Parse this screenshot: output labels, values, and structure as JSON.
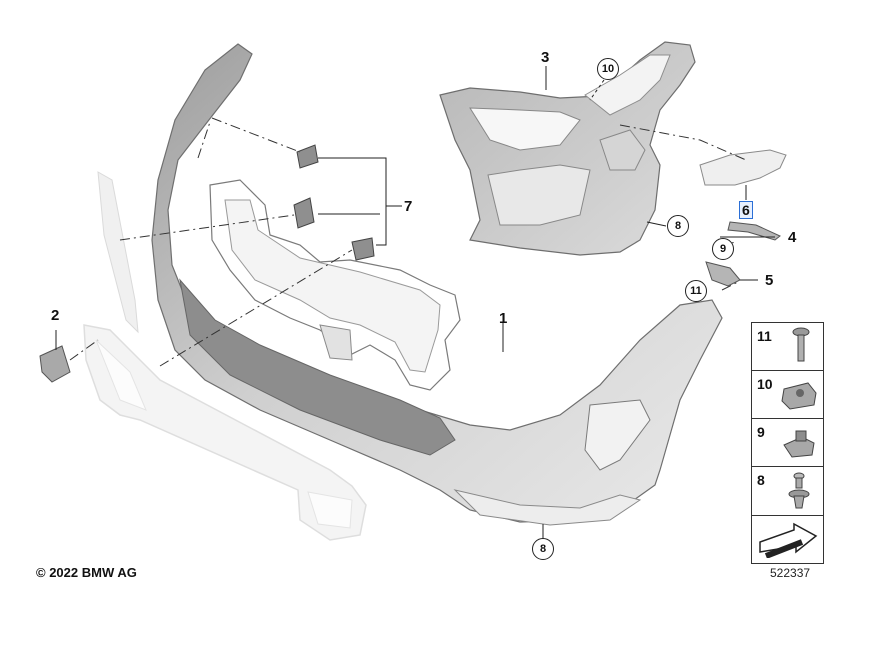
{
  "callouts": {
    "c1": "1",
    "c2": "2",
    "c3": "3",
    "c4": "4",
    "c5": "5",
    "c6": "6",
    "c7": "7",
    "c8a": "8",
    "c8b": "8",
    "c9": "9",
    "c10": "10",
    "c11": "11"
  },
  "legend": [
    {
      "num": "11",
      "icon": "bolt-icon"
    },
    {
      "num": "10",
      "icon": "clip-nut-icon"
    },
    {
      "num": "9",
      "icon": "spring-nut-icon"
    },
    {
      "num": "8",
      "icon": "expanding-rivet-icon"
    },
    {
      "num": "",
      "icon": "arrow-indicator-icon"
    }
  ],
  "footer": {
    "copyright": "© 2022 BMW AG",
    "diagram_id": "522337"
  },
  "colors": {
    "part_fill": "#c9c9c9",
    "part_dark": "#8e8e8e",
    "ghost_part": "#e6e6e6",
    "highlight": "#2b6fd6"
  }
}
